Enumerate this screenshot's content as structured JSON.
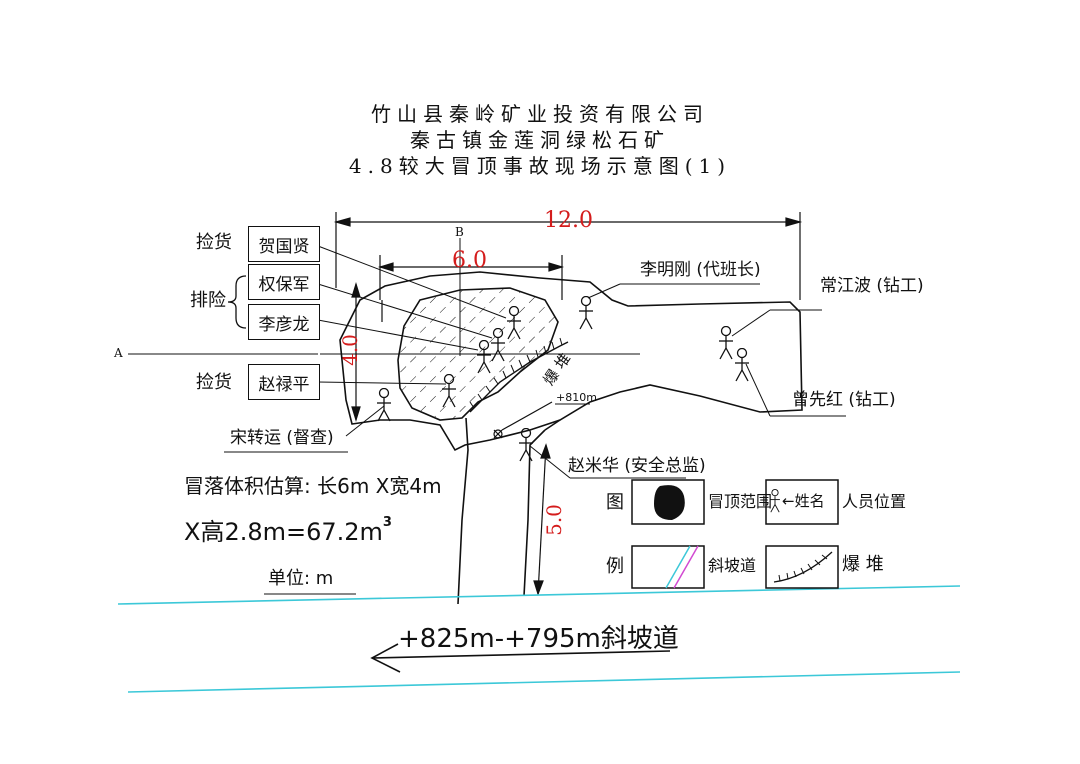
{
  "title": {
    "line1": "竹山县秦岭矿业投资有限公司",
    "line2": "秦古镇金莲洞绿松石矿",
    "line3": "4.8较大冒顶事故现场示意图(1)"
  },
  "dimensions": {
    "total_length": "12.0",
    "collapse_length": "6.0",
    "collapse_width": "4.0",
    "ramp_length": "5.0"
  },
  "section_marks": {
    "a": "A",
    "b": "B"
  },
  "elevation": "+810m",
  "groups": {
    "jianhuo1": "捡货",
    "paixian": "排险",
    "jianhuo2": "捡货"
  },
  "people": {
    "he": "贺国贤",
    "quan": "权保军",
    "li_yl": "李彦龙",
    "zhao_lp": "赵禄平",
    "song": "宋转运 (督查)",
    "li_mg": "李明刚 (代班长)",
    "chang": "常江波 (钻工)",
    "zeng": "曾先红 (钻工)",
    "zhao_mh": "赵米华 (安全总监)"
  },
  "blast_pile": "爆  堆",
  "estimate": {
    "line1": "冒落体积估算: 长6m X宽4m",
    "line2": "X高2.8m=67.2m",
    "sup": "3"
  },
  "unit": "单位: m",
  "ramp": "+825m-+795m斜坡道",
  "legend": {
    "title1": "图",
    "title2": "例",
    "collapse": "冒顶范围",
    "person_arrow": "←姓名",
    "person": "人员位置",
    "slope": "斜坡道",
    "blast": "爆   堆"
  },
  "colors": {
    "dimension": "#d41c1c",
    "ramp_lines": "#3cc8d8",
    "ink": "#111111"
  }
}
